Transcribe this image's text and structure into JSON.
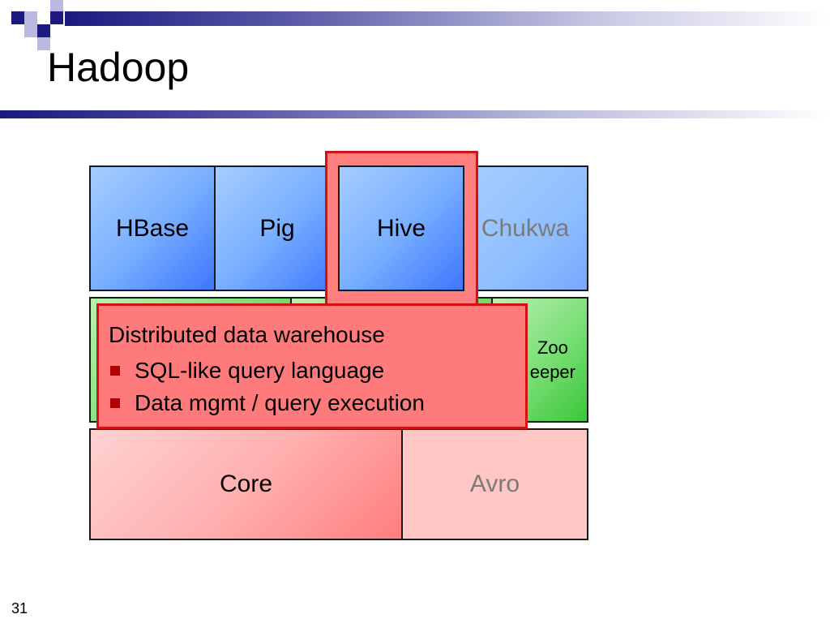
{
  "slide": {
    "title": "Hadoop",
    "page_number": "31"
  },
  "diagram": {
    "top_row": [
      {
        "label": "HBase"
      },
      {
        "label": "Pig"
      },
      {
        "label": "Hive"
      },
      {
        "label": "Chukwa"
      }
    ],
    "middle_row": [
      {
        "label": "Zoo\nKeeper",
        "visible_text": "Zoo\neeper"
      }
    ],
    "bottom_row": [
      {
        "label": "Core"
      },
      {
        "label": "Avro"
      }
    ],
    "highlighted": "Hive",
    "callout": {
      "title": "Distributed data warehouse",
      "bullets": [
        "SQL-like query language",
        "Data mgmt / query execution"
      ]
    }
  },
  "colors": {
    "accent_navy": "#1a1a80",
    "highlight_red": "#d21212",
    "callout_fill": "#ff7b7b",
    "blue_box": "#7ab0ff",
    "green_box": "#7ee07a",
    "pink_box": "#ffb0b0"
  }
}
